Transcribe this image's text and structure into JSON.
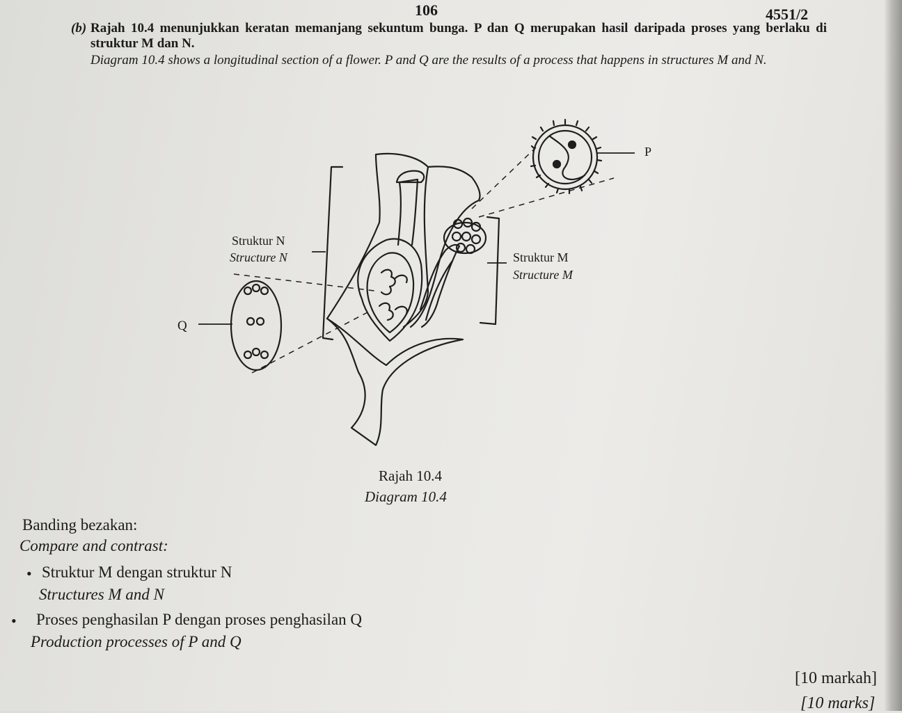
{
  "header": {
    "page_number": "106",
    "paper_code": "4551/2"
  },
  "question": {
    "label": "(b)",
    "text_ms": "Rajah 10.4 menunjukkan keratan memanjang sekuntum bunga. P dan Q merupakan hasil daripada proses yang berlaku di struktur M dan N.",
    "text_en": "Diagram 10.4 shows a longitudinal section of a flower. P and Q are the results of a process that happens in structures M and N."
  },
  "diagram": {
    "label_p": "P",
    "label_q": "Q",
    "structure_n_ms": "Struktur N",
    "structure_n_en": "Structure N",
    "structure_m_ms": "Struktur M",
    "structure_m_en": "Structure M",
    "caption_ms": "Rajah 10.4",
    "caption_en": "Diagram 10.4"
  },
  "instructions": {
    "heading_ms": "Banding bezakan:",
    "heading_en": "Compare and contrast:",
    "bullet_glyph": "•",
    "items": [
      {
        "ms": "Struktur M dengan struktur N",
        "en": "Structures M and N"
      },
      {
        "ms": "Proses penghasilan P dengan proses penghasilan Q",
        "en": "Production processes of P and Q"
      }
    ]
  },
  "marks": {
    "ms": "[10 markah]",
    "en": "[10 marks]"
  }
}
